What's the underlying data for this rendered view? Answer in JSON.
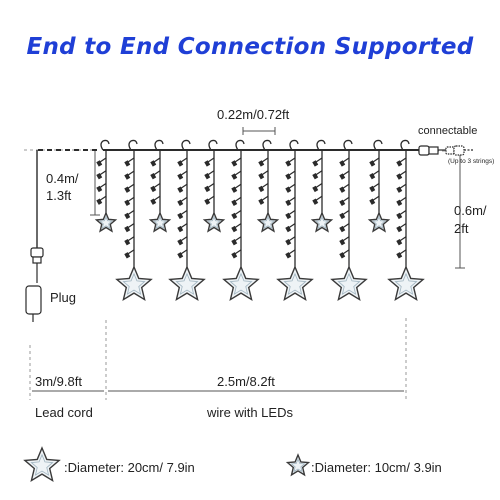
{
  "title": "End to End Connection Supported",
  "labels": {
    "spacing": "0.22m/0.72ft",
    "connectable": "connectable",
    "up_to": "(Up to 3 strings)",
    "short_drop_m": "0.4m/",
    "short_drop_ft": "1.3ft",
    "long_drop_m": "0.6m/",
    "long_drop_ft": "2ft",
    "plug": "Plug",
    "lead_length": "3m/9.8ft",
    "wire_length": "2.5m/8.2ft",
    "lead_cord": "Lead cord",
    "wire_with_leds": "wire with LEDs"
  },
  "legend": {
    "big_star": "Diameter: 20cm/ 7.9in",
    "small_star": "Diameter: 10cm/ 3.9in"
  },
  "colors": {
    "title": "#1f3fd6",
    "wire": "#2b2b2b",
    "dashed_guide": "#9a9a9a",
    "star_fill": "#eef3f6",
    "star_stroke": "#3a3a3a"
  }
}
